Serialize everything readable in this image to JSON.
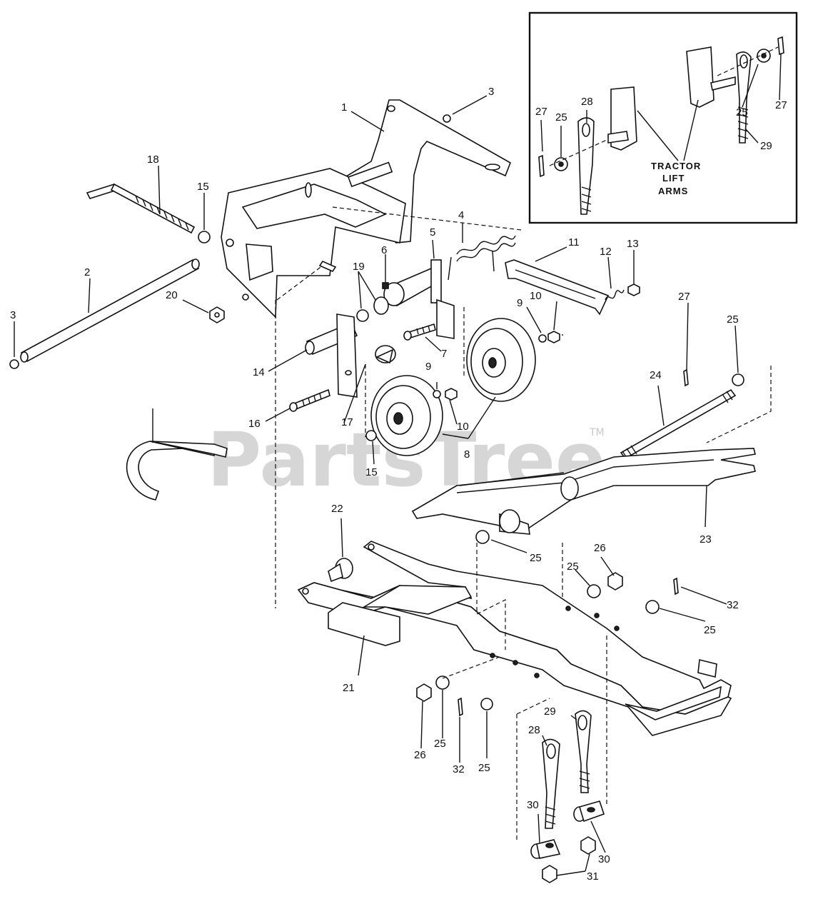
{
  "watermark": {
    "text": "PartsTree",
    "tm": "TM"
  },
  "inset": {
    "caption_line1": "TRACTOR",
    "caption_line2": "LIFT",
    "caption_line3": "ARMS"
  },
  "callouts": {
    "c1": "1",
    "c2": "2",
    "c3a": "3",
    "c3b": "3",
    "c4": "4",
    "c5": "5",
    "c6": "6",
    "c7": "7",
    "c8": "8",
    "c9a": "9",
    "c9b": "9",
    "c10a": "10",
    "c10b": "10",
    "c11": "11",
    "c12": "12",
    "c13": "13",
    "c14": "14",
    "c15a": "15",
    "c15b": "15",
    "c16": "16",
    "c17": "17",
    "c18": "18",
    "c19": "19",
    "c20": "20",
    "c21": "21",
    "c22": "22",
    "c23": "23",
    "c24": "24",
    "c25a": "25",
    "c25b": "25",
    "c25c": "25",
    "c25d": "25",
    "c25e": "25",
    "c25f": "25",
    "c26a": "26",
    "c26b": "26",
    "c27": "27",
    "c28": "28",
    "c29": "29",
    "c30a": "30",
    "c30b": "30",
    "c31": "31",
    "c32a": "32",
    "c32b": "32",
    "i27a": "27",
    "i25a": "25",
    "i28": "28",
    "i25b": "25",
    "i27b": "27",
    "i29": "29"
  }
}
